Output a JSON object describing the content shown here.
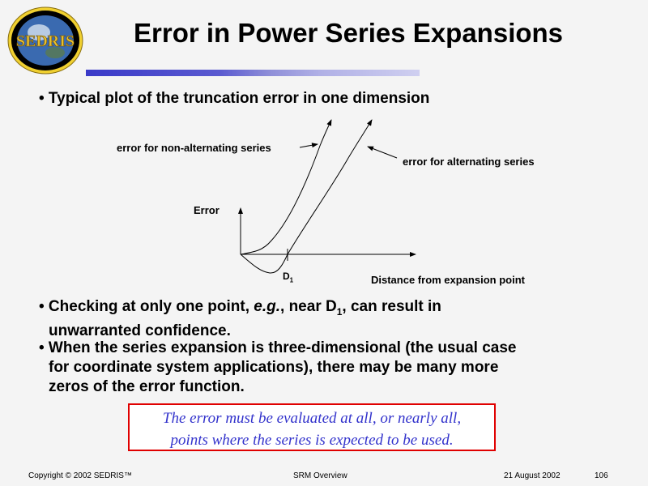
{
  "title": "Error in Power Series Expansions",
  "logo": "SEDRIS",
  "bullets": {
    "b1": "• Typical plot of the truncation error in one dimension",
    "b2a": "• Checking at only one point, ",
    "b2eg": "e.g.",
    "b2b": ", near D",
    "b2sub": "1",
    "b2c": ", can result in",
    "b2d": "unwarranted confidence.",
    "b3a": "• When the series expansion is three-dimensional (the usual case",
    "b3b": "for coordinate system applications), there may be many more",
    "b3c": "zeros of the error function."
  },
  "diagram": {
    "label_nonalt": "error for non-alternating series",
    "label_alt": "error for alternating series",
    "y_label": "Error",
    "x_label": "Distance from expansion point",
    "d_label": "D",
    "d_sub": "1"
  },
  "callout": {
    "line1": "The error must be evaluated at all, or nearly all,",
    "line2": "points where the series is expected to be used."
  },
  "footer": {
    "copyright": "Copyright © 2002 SEDRIS™",
    "center": "SRM Overview",
    "date": "21 August 2002",
    "page": "106"
  }
}
